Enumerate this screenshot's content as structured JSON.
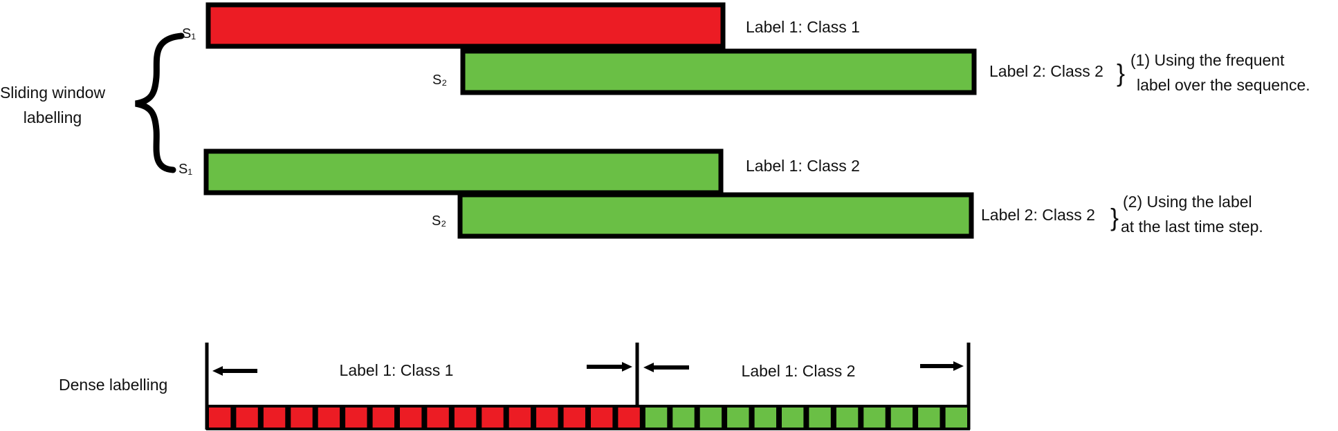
{
  "colors": {
    "class1_fill": "#ec1c24",
    "class2_fill": "#6abf45",
    "outline": "#000000"
  },
  "sliding": {
    "title_line1": "Sliding window",
    "title_line2": "labelling",
    "example1": {
      "s1_tag": "S₁",
      "s1_label": "Label 1: Class 1",
      "s1_class": 1,
      "s2_tag": "S₂",
      "s2_label": "Label 2: Class 2",
      "s2_class": 2,
      "note_line1": "(1) Using the frequent",
      "note_line2": "label over the sequence."
    },
    "example2": {
      "s1_tag": "S₁",
      "s1_label": "Label 1: Class 2",
      "s1_class": 2,
      "s2_tag": "S₂",
      "s2_label": "Label 2: Class 2",
      "s2_class": 2,
      "note_line1": "(2) Using the label",
      "note_line2": "at the last time step."
    }
  },
  "dense": {
    "title": "Dense labelling",
    "segment1_label": "Label 1: Class 1",
    "segment2_label": "Label 1: Class 2",
    "steps_class1": 16,
    "steps_class2": 12
  }
}
